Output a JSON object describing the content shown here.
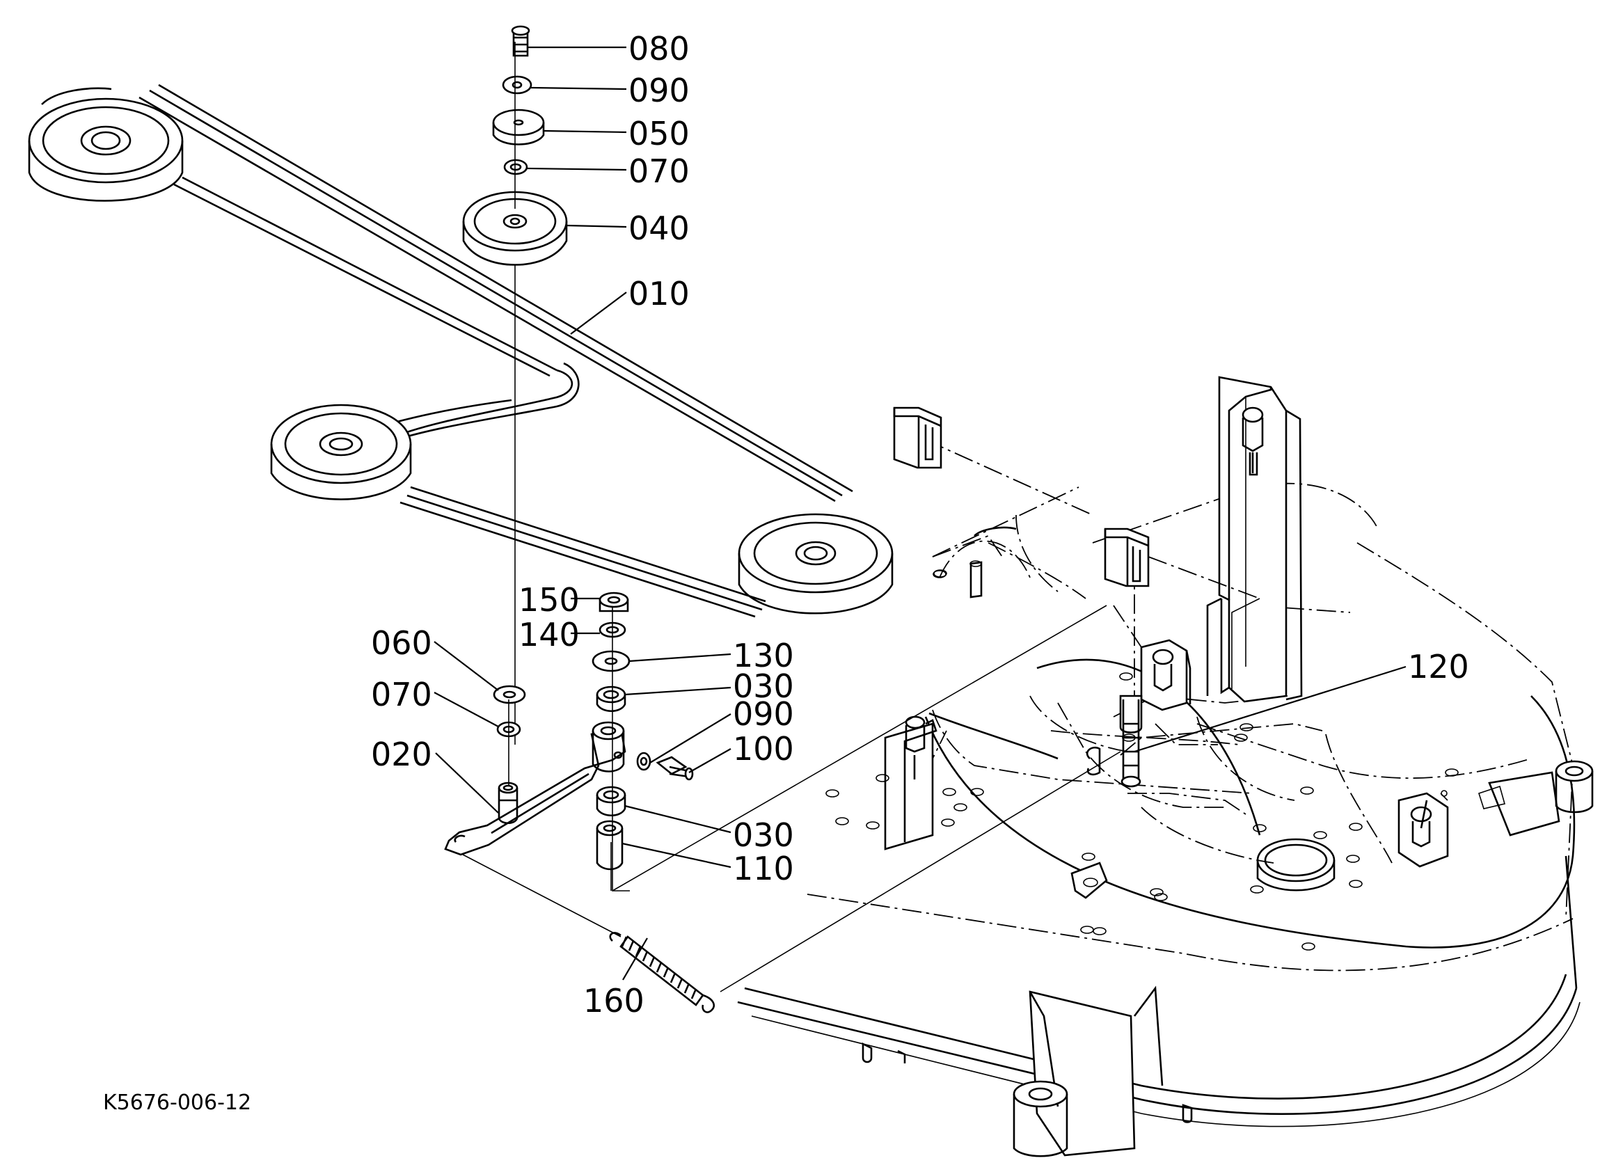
{
  "diagram": {
    "code": "K5676-006-12",
    "callouts": [
      {
        "id": "080",
        "text": "080"
      },
      {
        "id": "090a",
        "text": "090"
      },
      {
        "id": "050",
        "text": "050"
      },
      {
        "id": "070a",
        "text": "070"
      },
      {
        "id": "040",
        "text": "040"
      },
      {
        "id": "010",
        "text": "010"
      },
      {
        "id": "150",
        "text": "150"
      },
      {
        "id": "140",
        "text": "140"
      },
      {
        "id": "130",
        "text": "130"
      },
      {
        "id": "030a",
        "text": "030"
      },
      {
        "id": "090b",
        "text": "090"
      },
      {
        "id": "100",
        "text": "100"
      },
      {
        "id": "030b",
        "text": "030"
      },
      {
        "id": "110",
        "text": "110"
      },
      {
        "id": "060",
        "text": "060"
      },
      {
        "id": "070b",
        "text": "070"
      },
      {
        "id": "020",
        "text": "020"
      },
      {
        "id": "120",
        "text": "120"
      },
      {
        "id": "160",
        "text": "160"
      }
    ]
  }
}
